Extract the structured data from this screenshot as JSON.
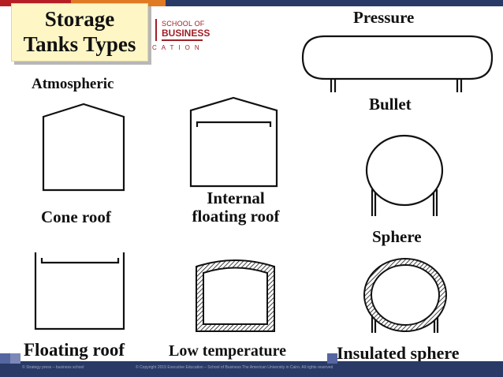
{
  "title": {
    "line1": "Storage",
    "line2": "Tanks Types"
  },
  "logo": {
    "line1": "SCHOOL OF",
    "line2": "BUSINESS",
    "line3": "CATION"
  },
  "labels": {
    "atmospheric": "Atmospheric",
    "pressure": "Pressure",
    "bullet": "Bullet",
    "internal_line1": "Internal",
    "internal_line2": "floating roof",
    "cone_roof": "Cone roof",
    "sphere": "Sphere",
    "floating_roof": "Floating roof",
    "low_temperature": "Low temperature",
    "insulated_sphere": "Insulated sphere"
  },
  "footer": {
    "left": "© Strategy press – business school",
    "middle": "© Copyright 2015 Executive Education – School of Business The American University in Cairo. All rights reserved."
  },
  "colors": {
    "bar_red": "#b51f24",
    "bar_orange": "#e07b24",
    "bar_navy": "#2a3a66",
    "title_bg": "#fff6c6",
    "logo_red": "#a02026"
  }
}
